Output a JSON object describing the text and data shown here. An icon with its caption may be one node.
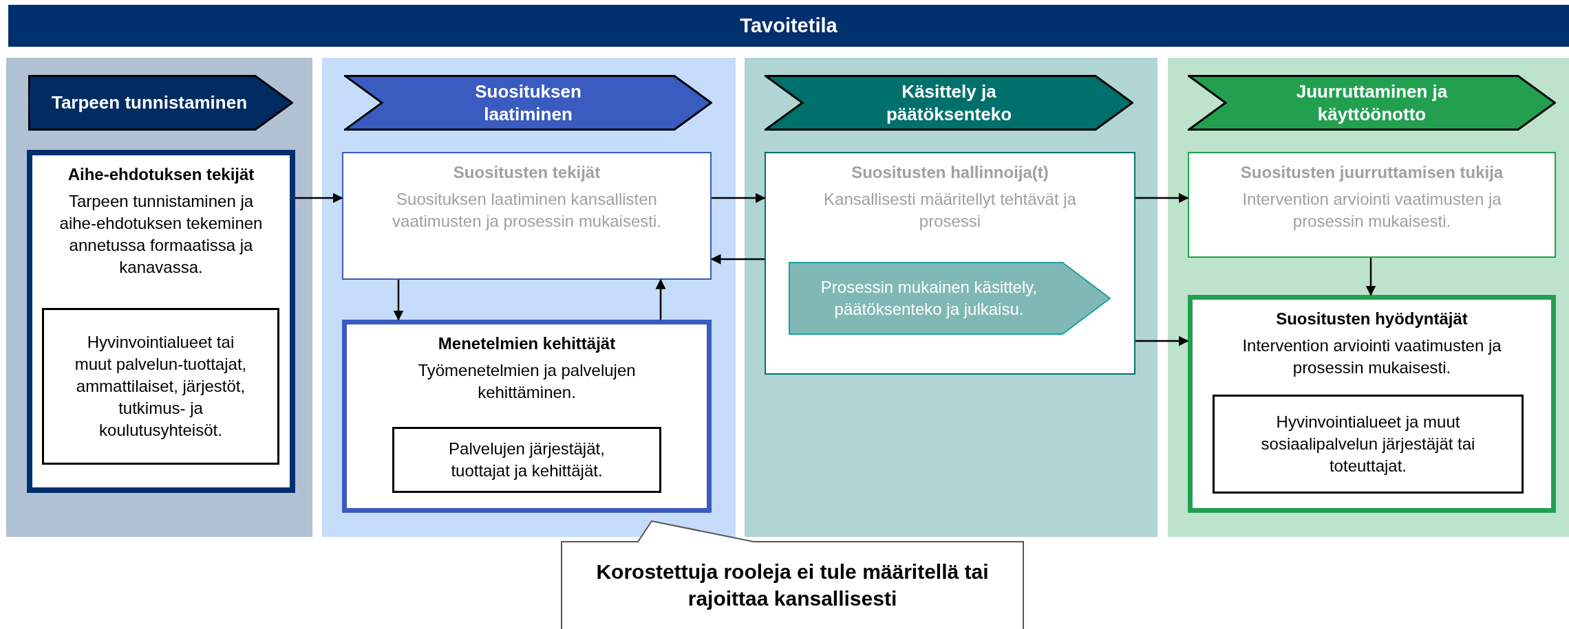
{
  "diagram": {
    "nodes": [
      {
        "text": [
          "Tavoitetila"
        ]
      },
      {
        "text": [],
        "shape": "box"
      },
      {
        "text": [
          "Tarpeen tunnistaminen"
        ],
        "in": 1
      },
      {
        "text": [
          "Aihe-ehdotuksen tekijät",
          "Tarpeen tunnistaminen ja aihe-ehdotuksen tekeminen annetussa formaatissa ja kanavassa."
        ],
        "in": 1
      },
      {
        "text": [
          "Hyvinvointialueet tai muut palvelun-tuottajat, ammattilaiset, järjestöt, tutkimus- ja koulutusyhteisöt."
        ],
        "in": 3
      },
      {
        "text": [],
        "shape": "box"
      },
      {
        "text": [
          "Suosituksen laatiminen"
        ],
        "in": 5
      },
      {
        "text": [
          "Suositusten tekijät",
          "Suosituksen laatiminen kansallisten vaatimusten ja prosessin mukaisesti."
        ],
        "in": 5
      },
      {
        "text": [
          "Menetelmien kehittäjät",
          "Työmenetelmien ja palvelujen kehittäminen."
        ],
        "in": 5
      },
      {
        "text": [
          "Palvelujen järjestäjät, tuottajat ja kehittäjät."
        ],
        "in": 8
      },
      {
        "text": [],
        "shape": "box"
      },
      {
        "text": [
          "Käsittely ja päätöksenteko"
        ],
        "in": 10
      },
      {
        "text": [
          "Suositusten hallinnoija(t)",
          "Kansallisesti määritellyt tehtävät ja prosessi"
        ],
        "in": 10
      },
      {
        "text": [
          "Prosessin mukainen käsittely, päätöksenteko ja julkaisu."
        ],
        "in": 12
      },
      {
        "text": [],
        "shape": "box"
      },
      {
        "text": [
          "Juurruttaminen ja käyttöönotto"
        ],
        "in": 14
      },
      {
        "text": [
          "Suositusten juurruttamisen tukija",
          "Intervention arviointi vaatimusten ja prosessin mukaisesti."
        ],
        "in": 14
      },
      {
        "text": [
          "Suositusten hyödyntäjät",
          "Intervention arviointi vaatimusten ja prosessin mukaisesti."
        ],
        "in": 14
      },
      {
        "text": [
          "Hyvinvointialueet ja muut sosiaalipalvelun järjestäjät tai toteuttajat."
        ],
        "in": 17
      },
      {
        "text": [
          "Korostettuja rooleja ei tule määritellä tai rajoittaa kansallisesti"
        ]
      }
    ],
    "edges": [
      {
        "from": 3,
        "to": 7,
        "arrow": "to"
      },
      {
        "from": 7,
        "to": 12,
        "arrow": "to"
      },
      {
        "from": 12,
        "to": 7,
        "arrow": "to"
      },
      {
        "from": 7,
        "to": 8,
        "arrow": "to"
      },
      {
        "from": 8,
        "to": 7,
        "arrow": "to"
      },
      {
        "from": 12,
        "to": 16,
        "arrow": "to"
      },
      {
        "from": 12,
        "to": 17,
        "arrow": "to"
      },
      {
        "from": 16,
        "to": 17,
        "arrow": "to"
      }
    ]
  }
}
